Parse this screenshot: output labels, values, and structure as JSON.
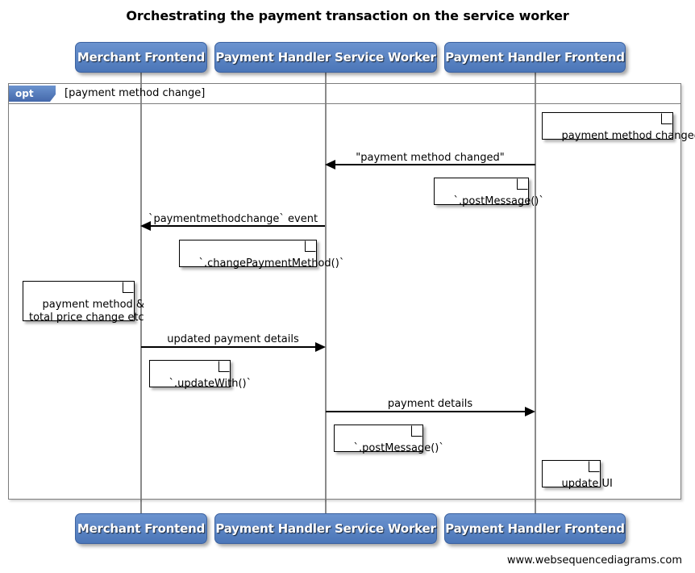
{
  "diagram": {
    "title": "Orchestrating the payment transaction on the service worker",
    "footer_url": "www.websequencediagrams.com",
    "accent_color": "#4b76b8",
    "participants": [
      {
        "id": "merchant-frontend",
        "label": "Merchant Frontend"
      },
      {
        "id": "payment-handler-service-worker",
        "label": "Payment Handler Service Worker"
      },
      {
        "id": "payment-handler-frontend",
        "label": "Payment Handler Frontend"
      }
    ],
    "participants_bottom": [
      {
        "id": "merchant-frontend",
        "label": "Merchant Frontend"
      },
      {
        "id": "payment-handler-service-worker",
        "label": "Payment Handler Service Worker"
      },
      {
        "id": "payment-handler-frontend",
        "label": "Payment Handler Frontend"
      }
    ],
    "fragment": {
      "operator": "opt",
      "guard": "[payment method change]"
    },
    "messages": [
      {
        "id": "payment-method-changed",
        "label": "\"payment method changed\"",
        "from": "payment-handler-frontend",
        "to": "payment-handler-service-worker",
        "direction": "left"
      },
      {
        "id": "paymentmethodchange-event",
        "label": "`paymentmethodchange` event",
        "from": "payment-handler-service-worker",
        "to": "merchant-frontend",
        "direction": "left"
      },
      {
        "id": "updated-payment-details",
        "label": "updated payment details",
        "from": "merchant-frontend",
        "to": "payment-handler-service-worker",
        "direction": "right"
      },
      {
        "id": "payment-details",
        "label": "payment details",
        "from": "payment-handler-service-worker",
        "to": "payment-handler-frontend",
        "direction": "right"
      }
    ],
    "notes": [
      {
        "id": "note-payment-method-changed",
        "text": "payment method changed",
        "over": "payment-handler-frontend"
      },
      {
        "id": "note-post-message-1",
        "text": "`.postMessage()`",
        "over": "payment-handler-frontend"
      },
      {
        "id": "note-change-payment-method",
        "text": "`.changePaymentMethod()`",
        "over": "payment-handler-service-worker"
      },
      {
        "id": "note-payment-method-total-price",
        "text": "payment method &\ntotal price change etc",
        "over": "merchant-frontend"
      },
      {
        "id": "note-update-with",
        "text": "`.updateWith()`",
        "over": "merchant-frontend"
      },
      {
        "id": "note-post-message-2",
        "text": "`.postMessage()`",
        "over": "payment-handler-service-worker"
      },
      {
        "id": "note-update-ui",
        "text": "update UI",
        "over": "payment-handler-frontend"
      }
    ]
  }
}
